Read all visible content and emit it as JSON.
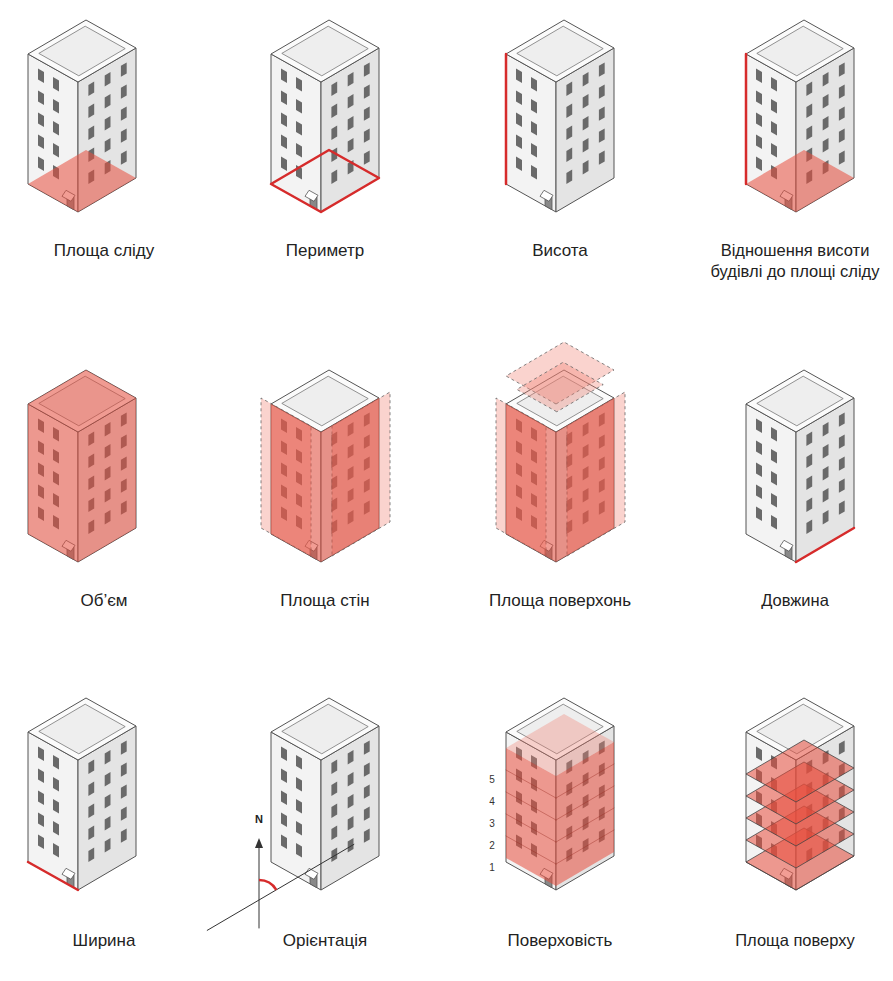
{
  "diagram": {
    "labels": [
      "Площа сліду",
      "Периметр",
      "Висота",
      "Відношення висоти будівлі до площі сліду",
      "Об’єм",
      "Площа стін",
      "Площа поверхонь",
      "Довжина",
      "Ширина",
      "Орієнтація",
      "Поверховість",
      "Площа поверху",
      "N",
      "5",
      "4",
      "3",
      "2",
      "1"
    ]
  }
}
